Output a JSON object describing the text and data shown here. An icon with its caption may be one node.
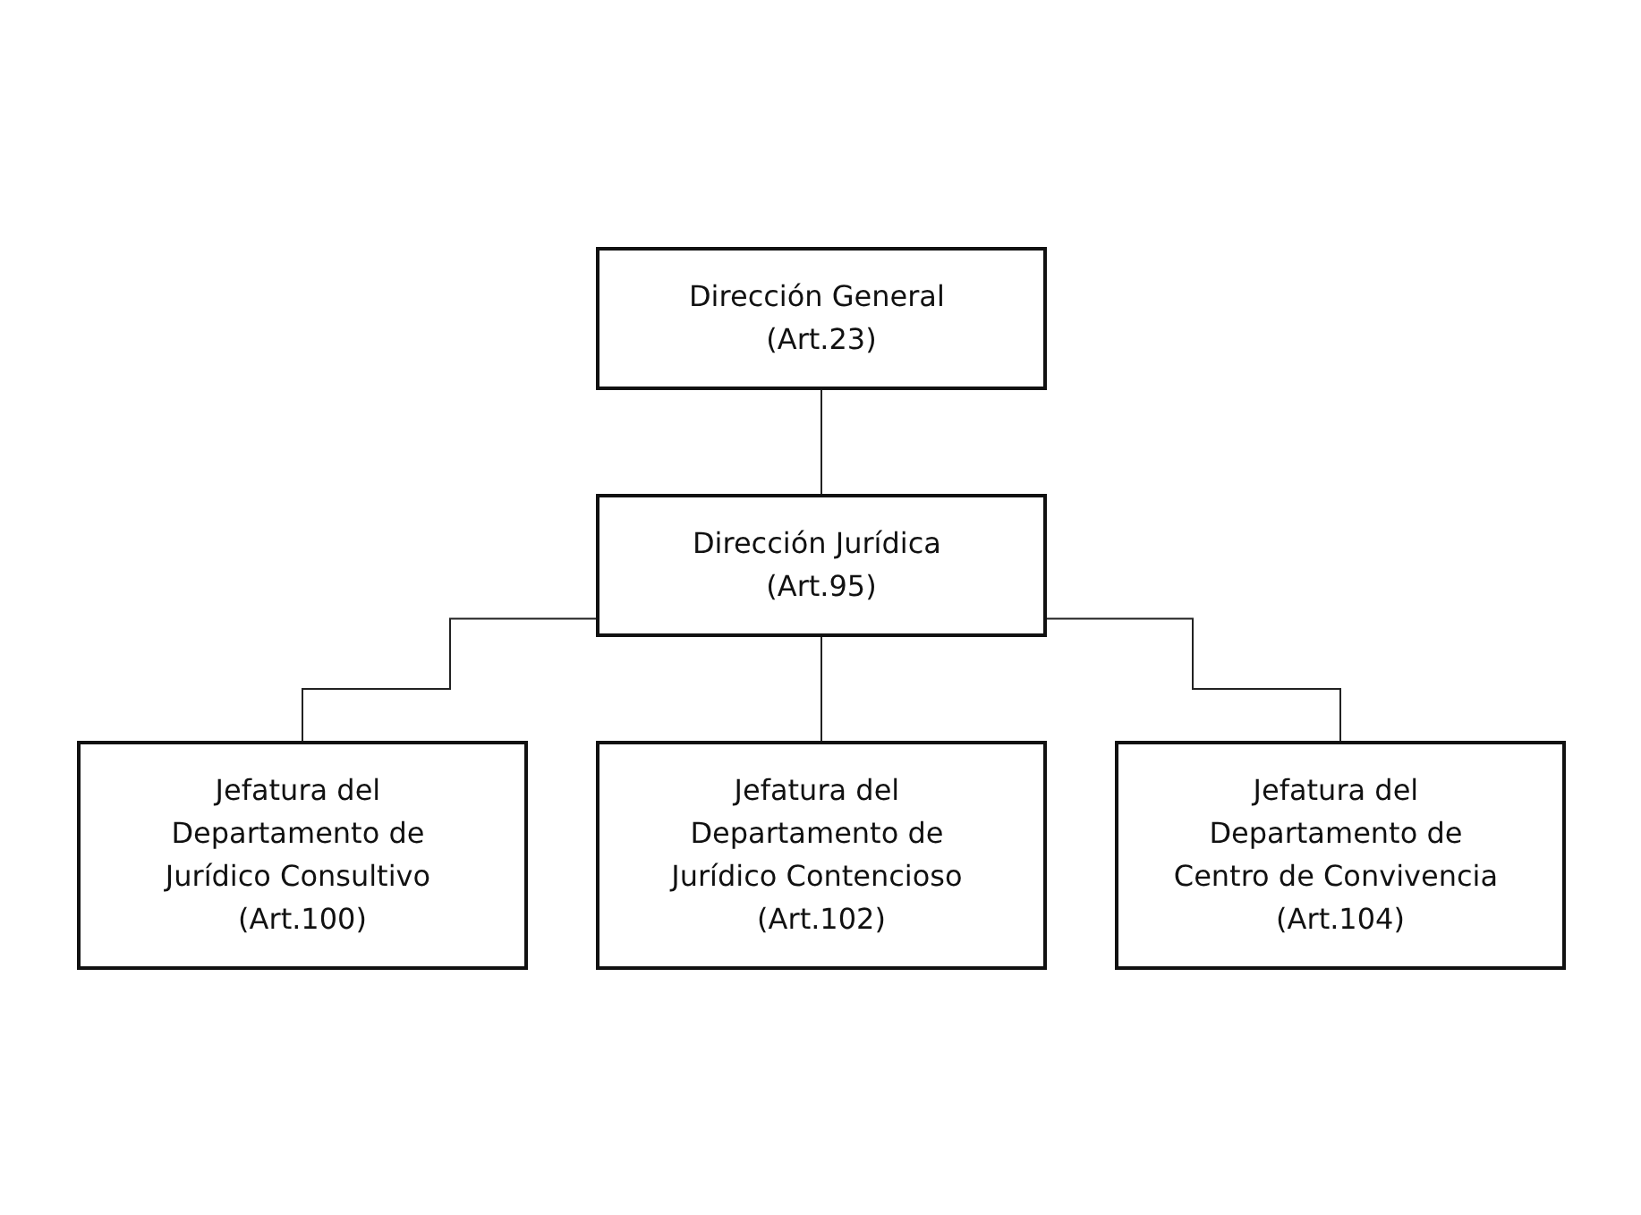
{
  "diagram": {
    "nodes": [
      {
        "text": [
          "Dirección General (Art.23)"
        ]
      },
      {
        "text": [
          "Dirección Jurídica (Art.95)"
        ]
      },
      {
        "text": [
          "Jefatura del Departamento de Jurídico Consultivo (Art.100)"
        ]
      },
      {
        "text": [
          "Jefatura del Departamento de Jurídico Contencioso (Art.102)"
        ]
      },
      {
        "text": [
          "Jefatura del Departamento de Centro de Convivencia (Art.104)"
        ]
      }
    ],
    "edges": [
      {
        "from": 0,
        "to": 1,
        "arrow": "none"
      },
      {
        "from": 1,
        "to": 2,
        "arrow": "none"
      },
      {
        "from": 1,
        "to": 3,
        "arrow": "none"
      },
      {
        "from": 1,
        "to": 4,
        "arrow": "none"
      }
    ]
  }
}
